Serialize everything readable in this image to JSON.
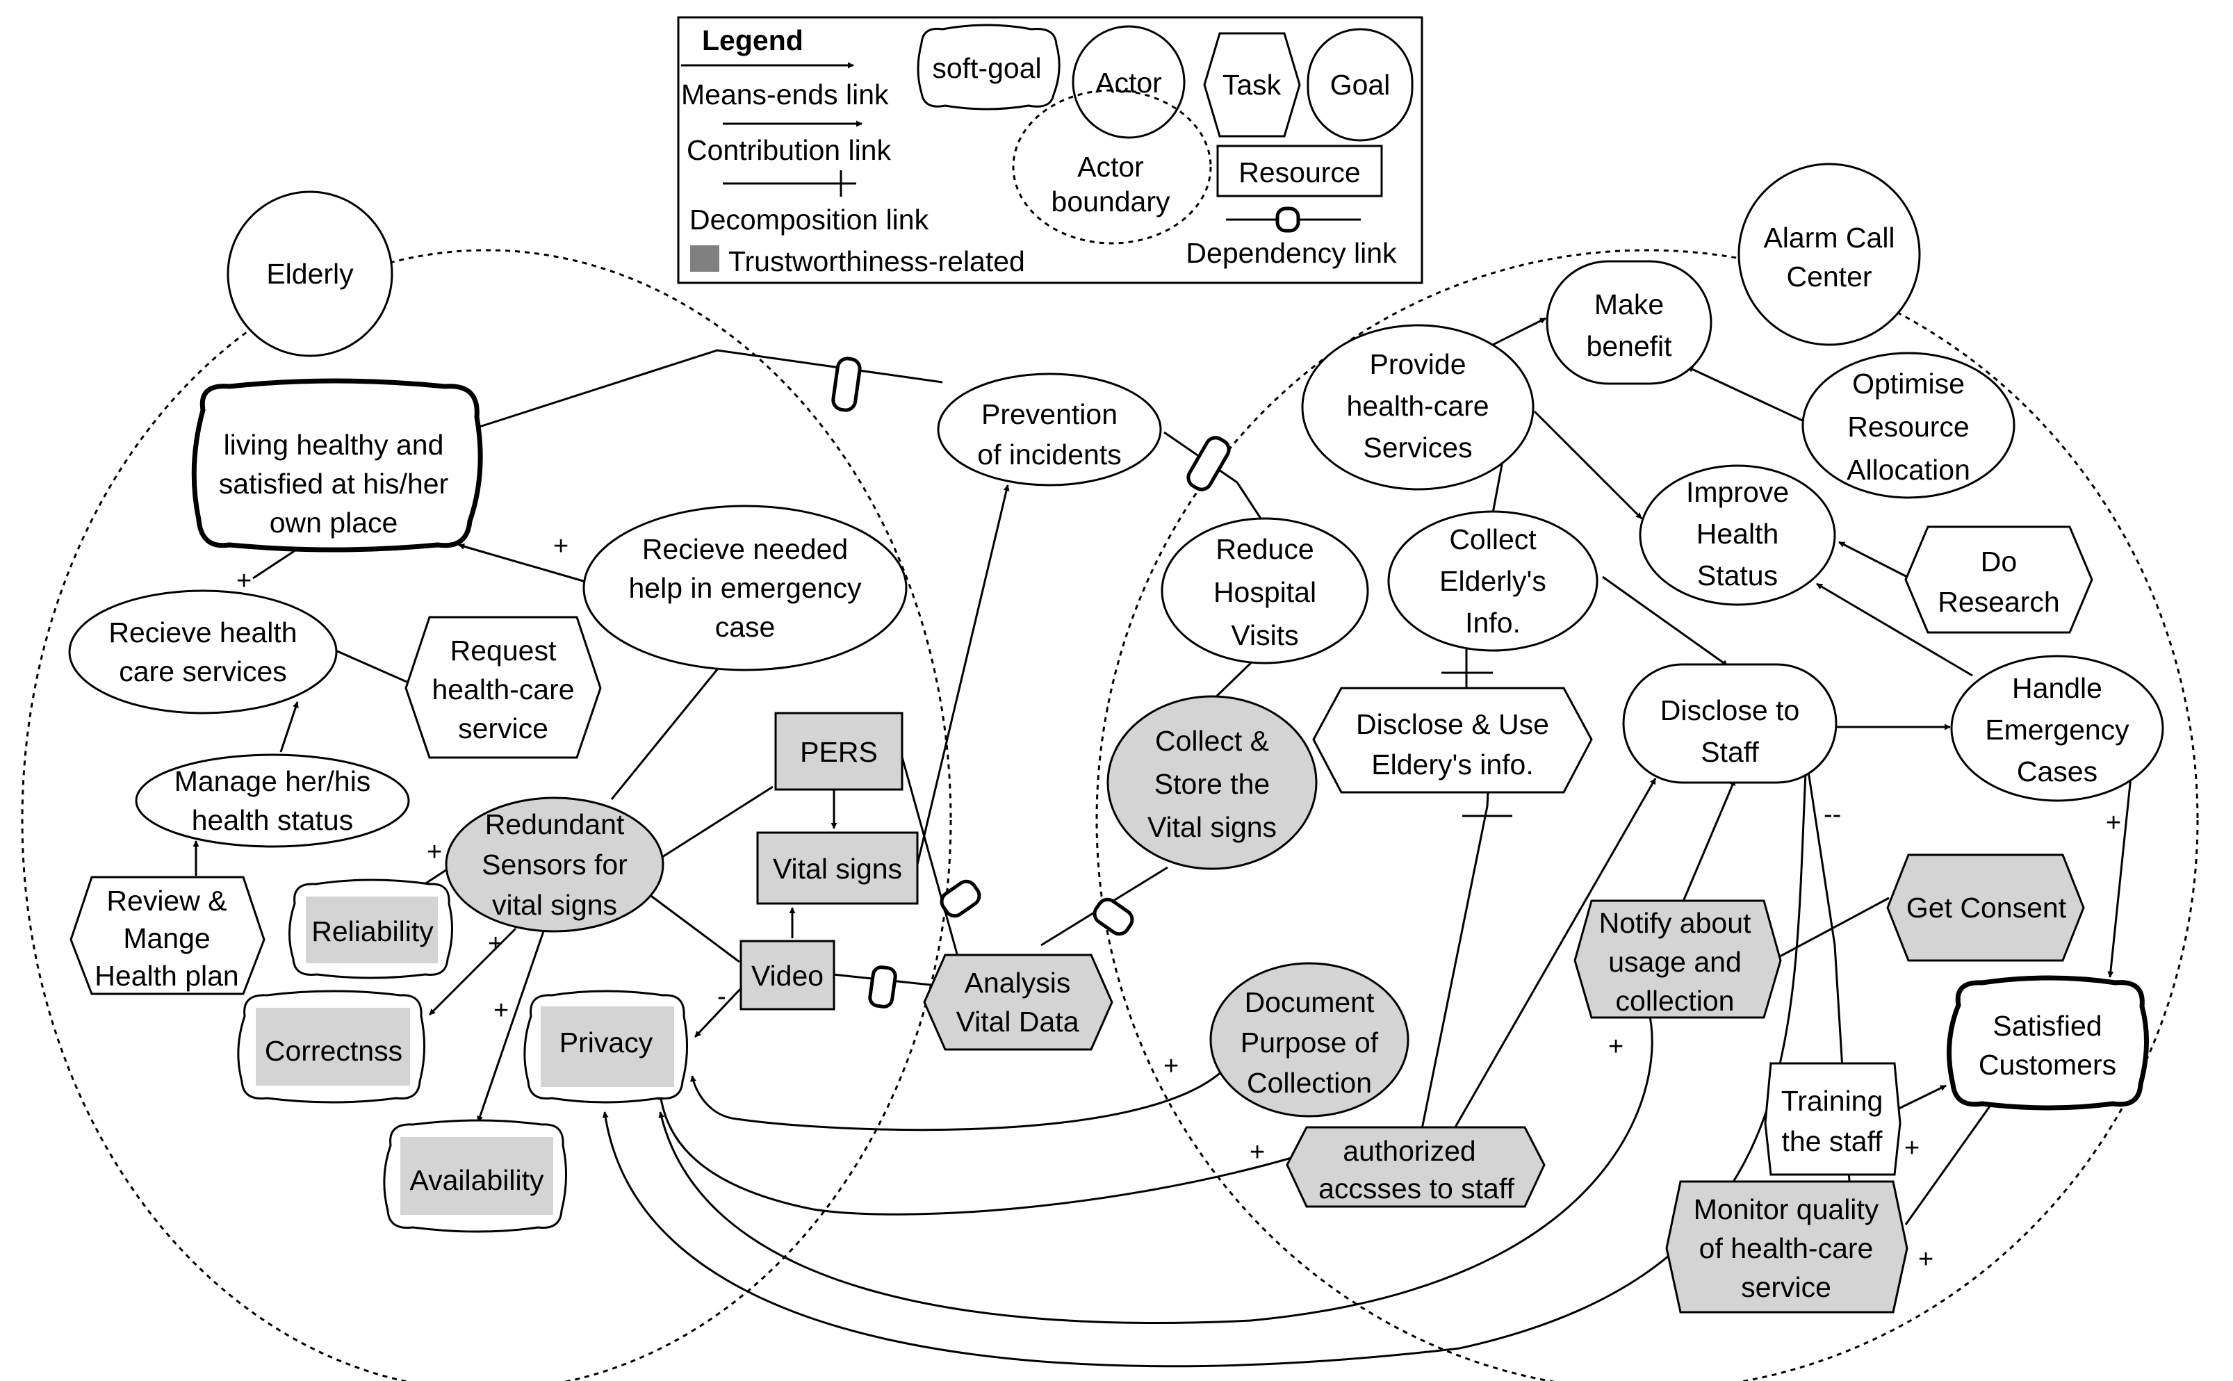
{
  "legend": {
    "title": "Legend",
    "means_ends": "Means-ends link",
    "contribution": "Contribution link",
    "decomposition": "Decomposition link",
    "trust": "Trustworthiness-related",
    "softgoal": "soft-goal",
    "actor": "Actor",
    "task": "Task",
    "goal": "Goal",
    "boundary_1": "Actor",
    "boundary_2": "boundary",
    "resource": "Resource",
    "dependency": "Dependency link"
  },
  "actors": {
    "elderly": "Elderly",
    "alarm_1": "Alarm Call",
    "alarm_2": "Center"
  },
  "nodes": {
    "living": [
      "living healthy and",
      "satisfied at his/her",
      "own place"
    ],
    "recieve_health": [
      "Recieve health",
      "care services"
    ],
    "request": [
      "Request",
      "health-care",
      "service"
    ],
    "recieve_help": [
      "Recieve needed",
      "help in emergency",
      "case"
    ],
    "manage": [
      "Manage her/his",
      "health status"
    ],
    "review": [
      "Review &",
      "Mange",
      "Health plan"
    ],
    "redundant": [
      "Redundant",
      "Sensors for",
      "vital signs"
    ],
    "reliability": "Reliability",
    "correctness": "Correctnss",
    "availability": "Availability",
    "privacy": "Privacy",
    "pers": "PERS",
    "vital": "Vital signs",
    "video": "Video",
    "analysis": [
      "Analysis",
      "Vital Data"
    ],
    "prevention": [
      "Prevention",
      "of incidents"
    ],
    "reduce": [
      "Reduce",
      "Hospital",
      "Visits"
    ],
    "collect_store": [
      "Collect &",
      "Store the",
      "Vital signs"
    ],
    "document": [
      "Document",
      "Purpose of",
      "Collection"
    ],
    "disclose_use": [
      "Disclose & Use",
      "Eldery's info."
    ],
    "provide": [
      "Provide",
      "health-care",
      "Services"
    ],
    "make_benefit": [
      "Make",
      "benefit"
    ],
    "optimise": [
      "Optimise",
      "Resource",
      "Allocation"
    ],
    "collect_info": [
      "Collect",
      "Elderly's",
      "Info."
    ],
    "improve": [
      "Improve",
      "Health",
      "Status"
    ],
    "do_research": [
      "Do",
      "Research"
    ],
    "disclose_staff": [
      "Disclose to",
      "Staff"
    ],
    "handle": [
      "Handle",
      "Emergency",
      "Cases"
    ],
    "notify": [
      "Notify about",
      "usage and",
      "collection"
    ],
    "get_consent": "Get Consent",
    "satisfied": [
      "Satisfied",
      "Customers"
    ],
    "training": [
      "Training",
      "the staff"
    ],
    "monitor": [
      "Monitor quality",
      "of health-care",
      "service"
    ],
    "authorized": [
      "authorized",
      "accsses to staff"
    ]
  },
  "link_labels": {
    "plus": "+",
    "double_minus": "--",
    "minus": "-"
  }
}
